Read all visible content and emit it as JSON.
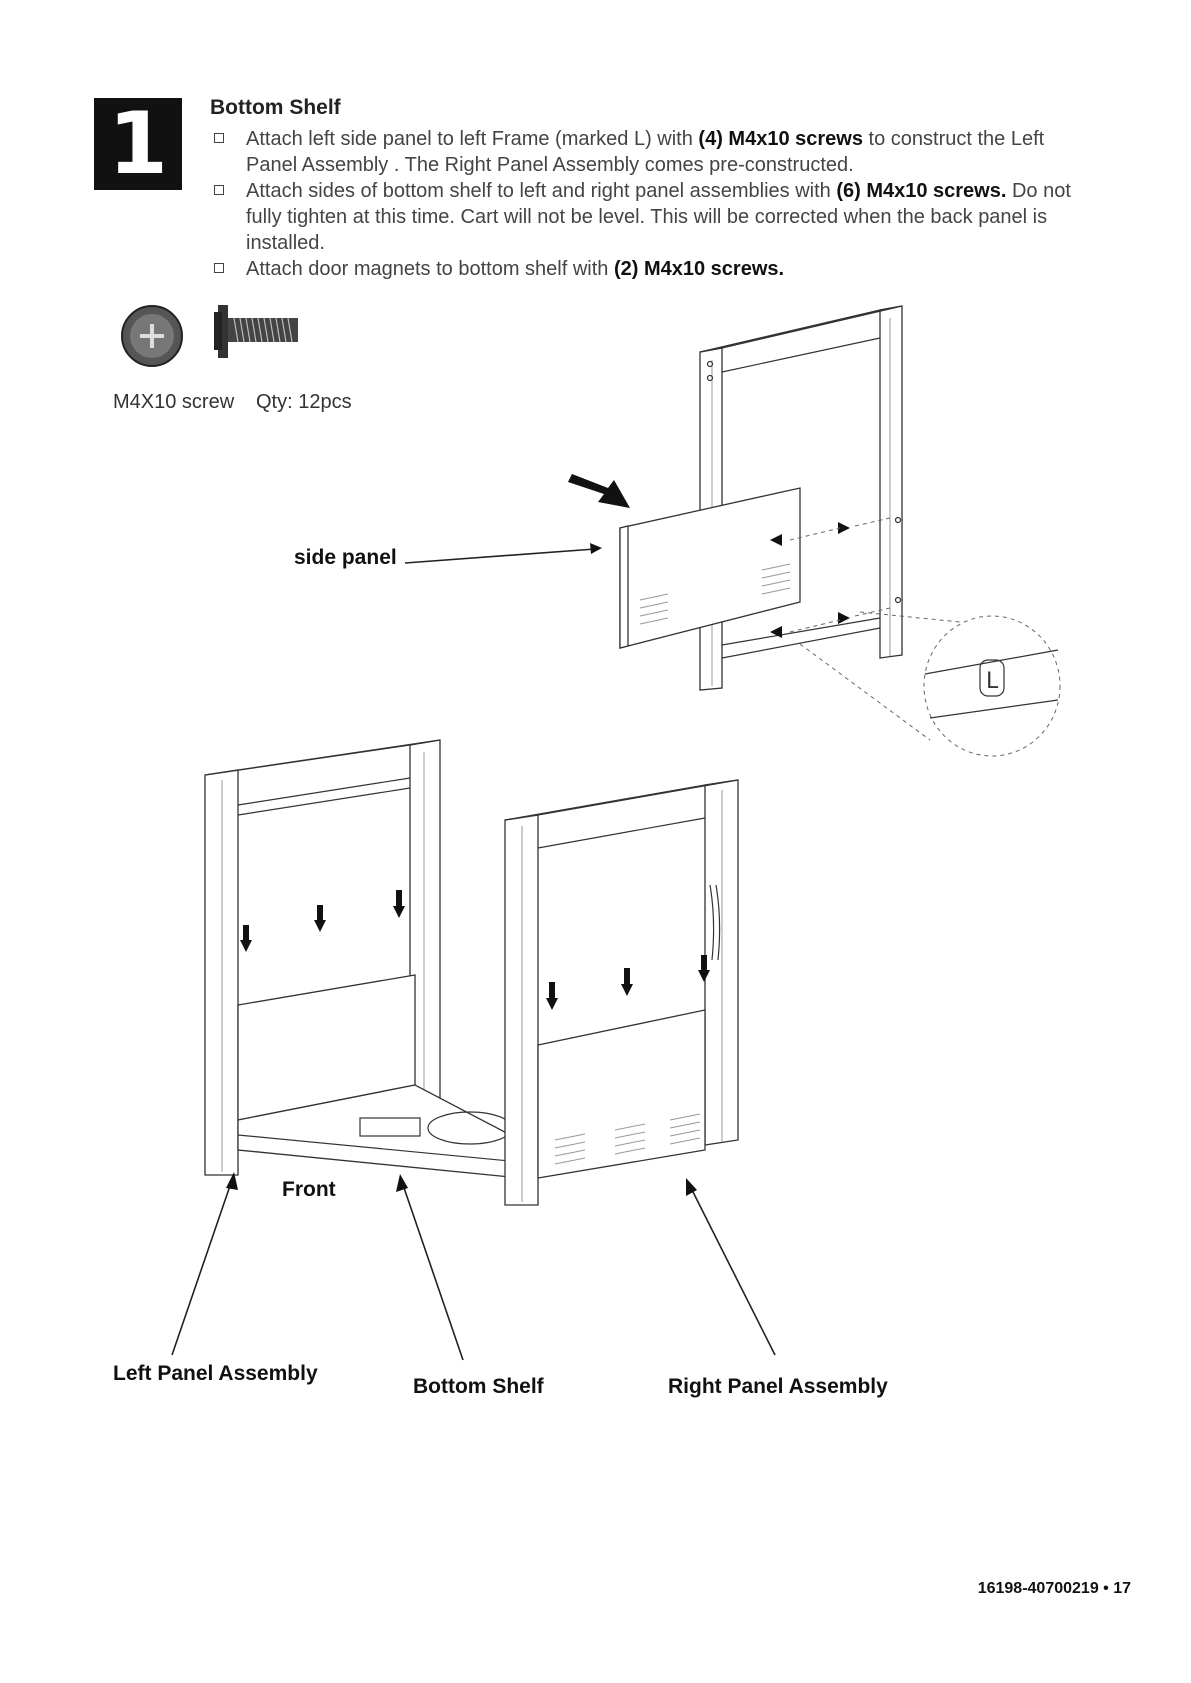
{
  "step": {
    "number": "1",
    "title": "Bottom Shelf",
    "instructions": [
      {
        "pre": "Attach left side panel to left Frame (marked L) with ",
        "bold": "(4) M4x10 screws",
        "post": " to construct the Left Panel Assembly . The Right Panel Assembly comes pre-constructed."
      },
      {
        "pre": "Attach sides of bottom shelf to left and right panel assemblies with ",
        "bold": "(6) M4x10 screws.",
        "post": " Do not fully tighten at this time. Cart will not be level. This will be corrected when the back panel is installed."
      },
      {
        "pre": "Attach door magnets to bottom shelf with ",
        "bold": "(2) M4x10 screws.",
        "post": ""
      }
    ]
  },
  "hardware": {
    "name": "M4X10 screw",
    "qty": "Qty: 12pcs",
    "icon": "screw-icon"
  },
  "labels": {
    "side_panel": "side panel",
    "front": "Front",
    "left_panel_assembly": "Left Panel Assembly",
    "bottom_shelf": "Bottom Shelf",
    "right_panel_assembly": "Right Panel Assembly"
  },
  "footer": "16198-40700219 • 17"
}
